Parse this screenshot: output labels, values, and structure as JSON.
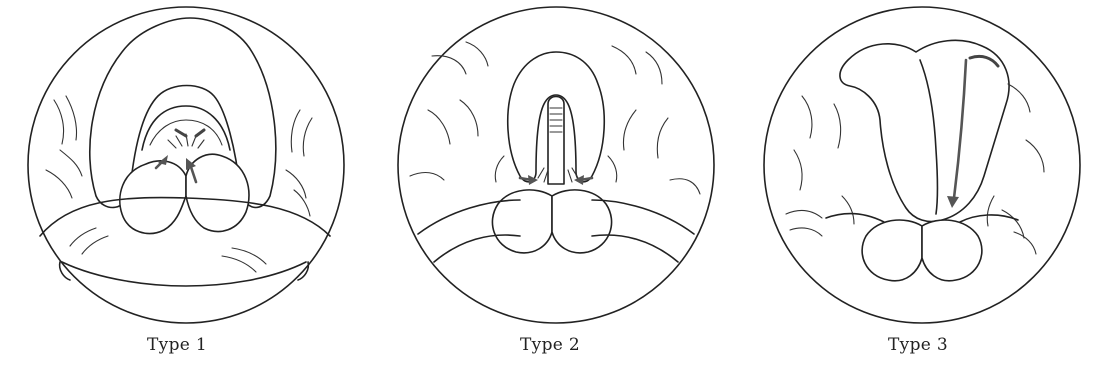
{
  "figures": [
    {
      "caption": "Type 1"
    },
    {
      "caption": "Type 2"
    },
    {
      "caption": "Type 3"
    }
  ]
}
